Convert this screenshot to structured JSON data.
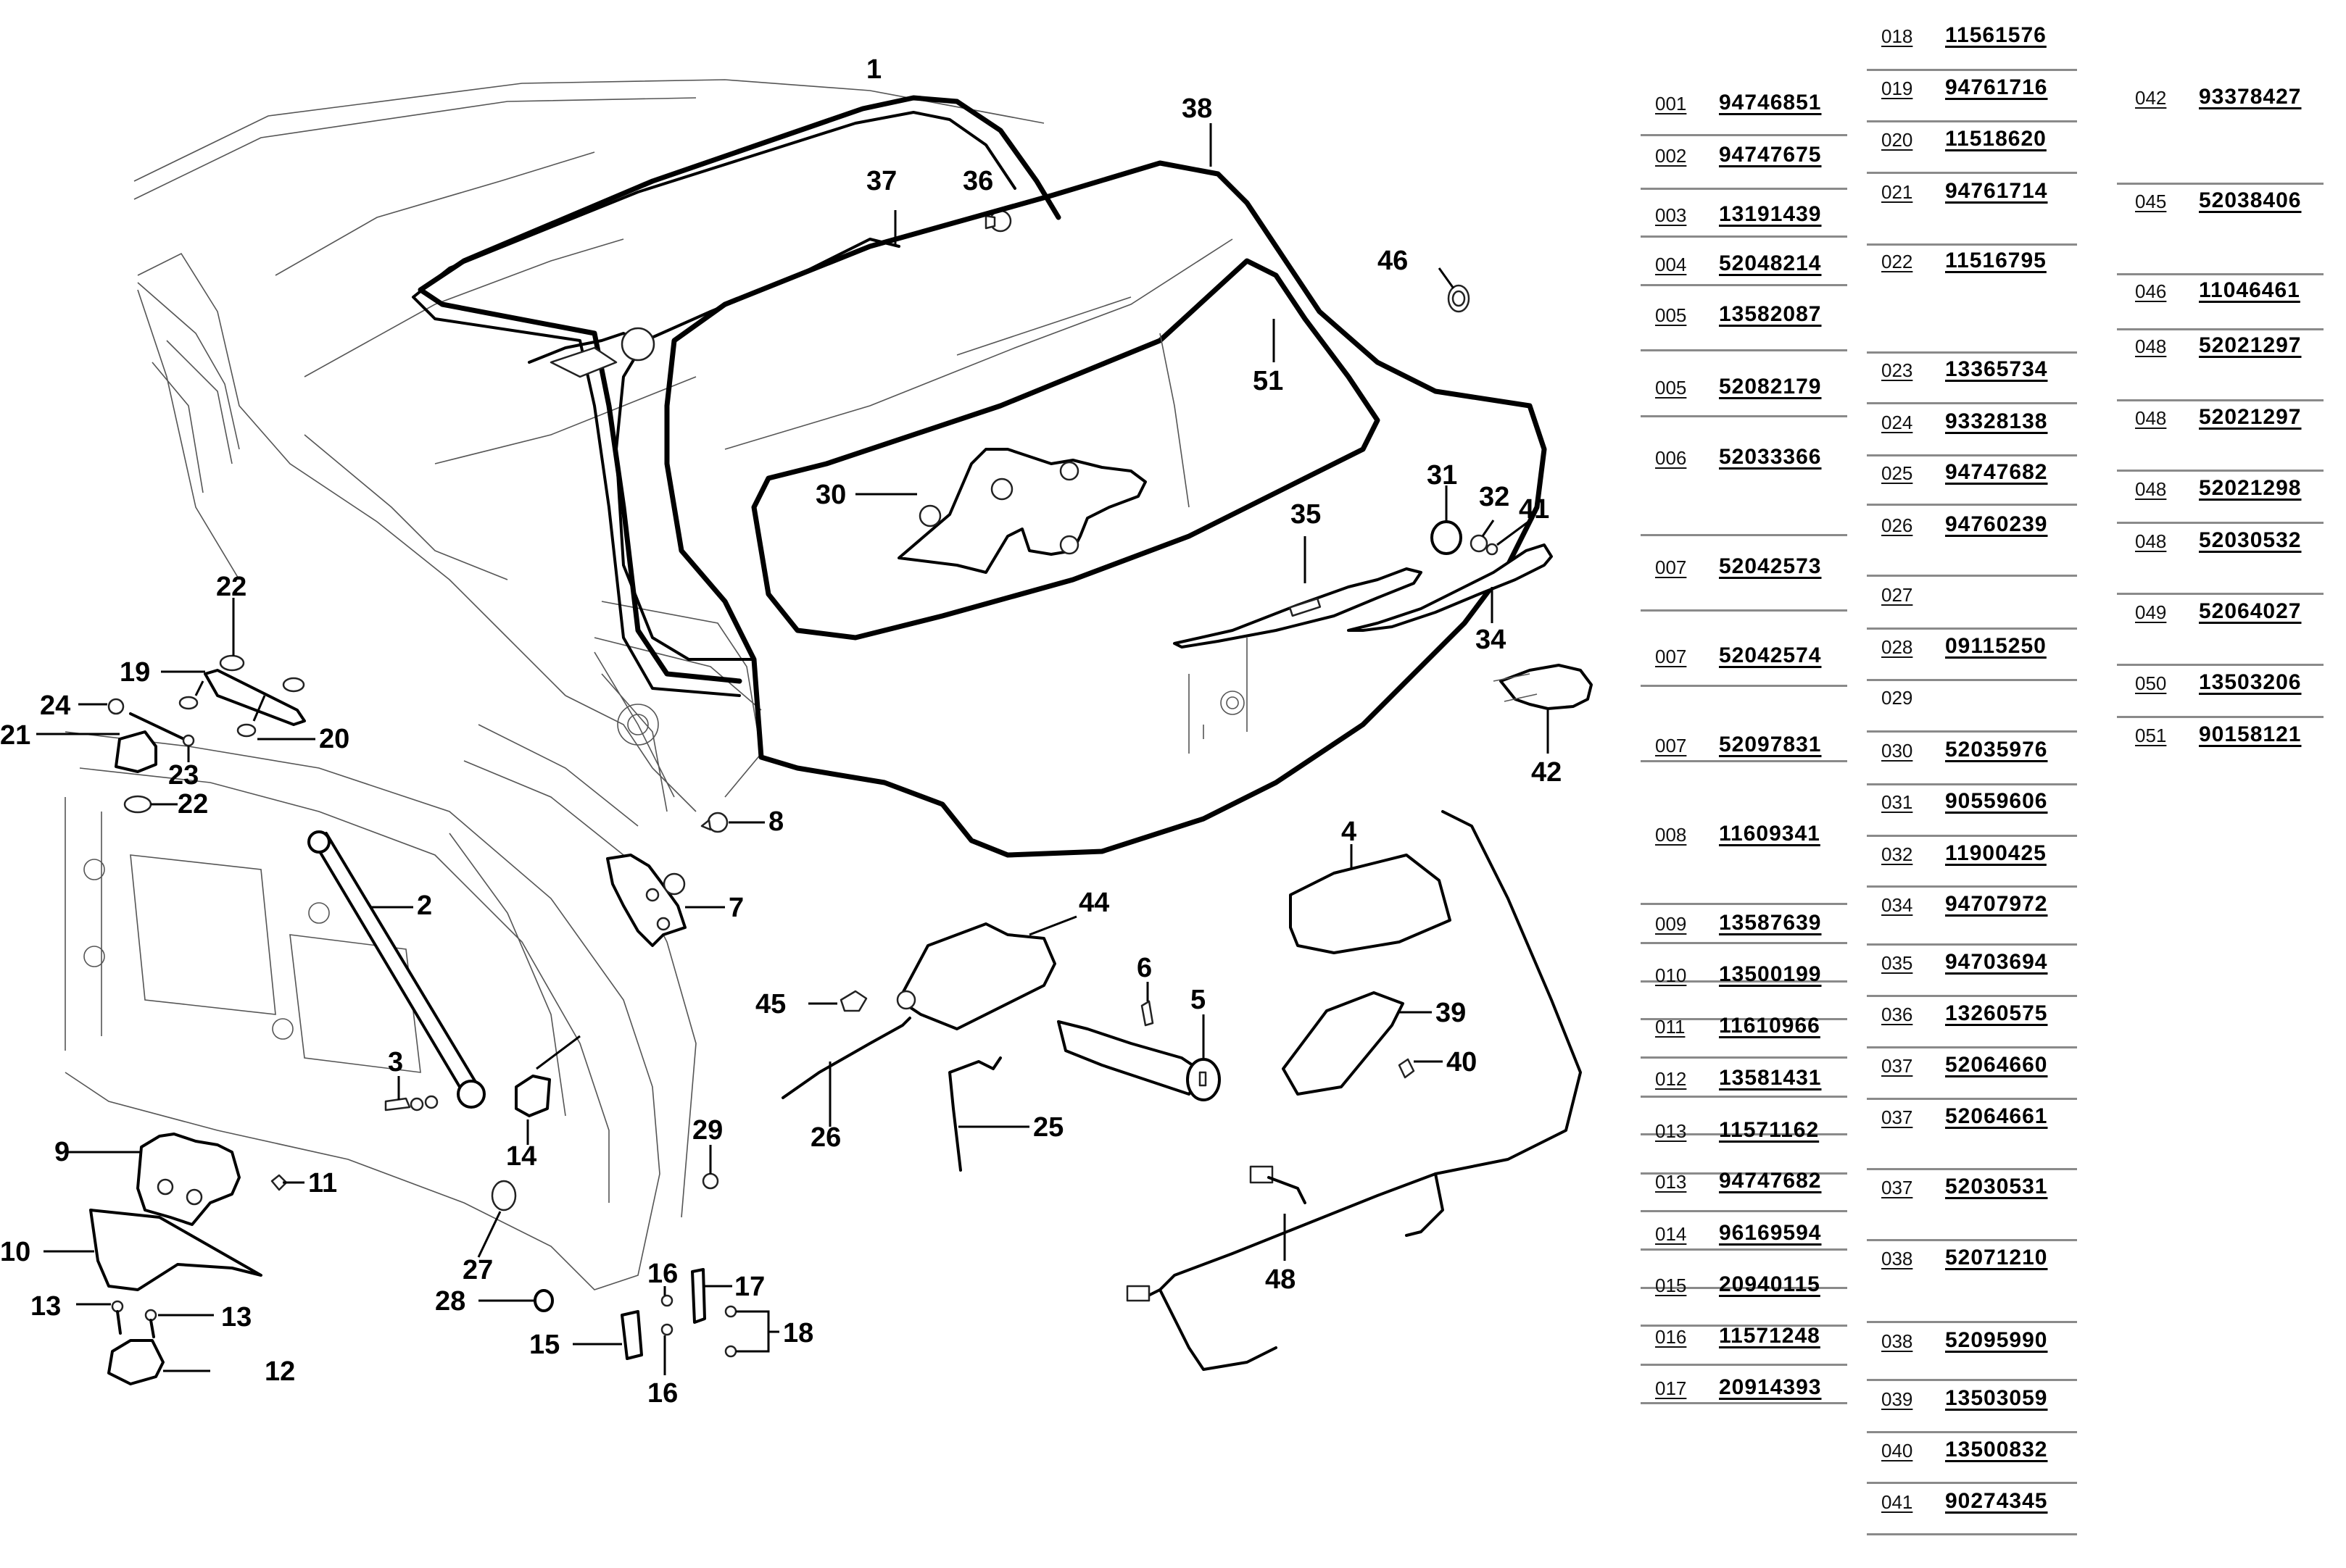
{
  "diagram": {
    "title": "Tailgate / rear hatch exploded parts diagram",
    "callouts": [
      "1",
      "2",
      "3",
      "4",
      "5",
      "6",
      "7",
      "8",
      "9",
      "10",
      "11",
      "12",
      "13",
      "13",
      "14",
      "15",
      "16",
      "16",
      "17",
      "18",
      "19",
      "20",
      "21",
      "22",
      "22",
      "23",
      "24",
      "25",
      "26",
      "27",
      "28",
      "29",
      "30",
      "31",
      "32",
      "34",
      "35",
      "36",
      "37",
      "38",
      "39",
      "40",
      "41",
      "42",
      "44",
      "45",
      "46",
      "48",
      "51"
    ]
  },
  "parts_list": {
    "columns": [
      {
        "rows": [
          {
            "pos": "001",
            "part": "94746851"
          },
          {
            "pos": "002",
            "part": "94747675"
          },
          {
            "pos": "003",
            "part": "13191439"
          },
          {
            "pos": "004",
            "part": "52048214"
          },
          {
            "pos": "005",
            "part": "13582087"
          },
          {
            "pos": "005",
            "part": "52082179"
          },
          {
            "pos": "006",
            "part": "52033366"
          },
          {
            "pos": "007",
            "part": "52042573"
          },
          {
            "pos": "007",
            "part": "52042574"
          },
          {
            "pos": "007",
            "part": "52097831"
          },
          {
            "pos": "008",
            "part": "11609341"
          },
          {
            "pos": "009",
            "part": "13587639"
          },
          {
            "pos": "010",
            "part": "13500199"
          },
          {
            "pos": "011",
            "part": "11610966"
          },
          {
            "pos": "012",
            "part": "13581431"
          },
          {
            "pos": "013",
            "part": "11571162"
          },
          {
            "pos": "013",
            "part": "94747682"
          },
          {
            "pos": "014",
            "part": "96169594"
          },
          {
            "pos": "015",
            "part": "20940115"
          },
          {
            "pos": "016",
            "part": "11571248"
          },
          {
            "pos": "017",
            "part": "20914393"
          }
        ]
      },
      {
        "rows": [
          {
            "pos": "018",
            "part": "11561576"
          },
          {
            "pos": "019",
            "part": "94761716"
          },
          {
            "pos": "020",
            "part": "11518620"
          },
          {
            "pos": "021",
            "part": "94761714"
          },
          {
            "pos": "022",
            "part": "11516795"
          },
          {
            "pos": "023",
            "part": "13365734"
          },
          {
            "pos": "024",
            "part": "93328138"
          },
          {
            "pos": "025",
            "part": "94747682"
          },
          {
            "pos": "026",
            "part": "94760239"
          },
          {
            "pos": "027",
            "part": ""
          },
          {
            "pos": "028",
            "part": "09115250"
          },
          {
            "pos": "029",
            "part": "",
            "linked": false
          },
          {
            "pos": "030",
            "part": "52035976"
          },
          {
            "pos": "031",
            "part": "90559606"
          },
          {
            "pos": "032",
            "part": "11900425"
          },
          {
            "pos": "034",
            "part": "94707972"
          },
          {
            "pos": "035",
            "part": "94703694"
          },
          {
            "pos": "036",
            "part": "13260575"
          },
          {
            "pos": "037",
            "part": "52064660"
          },
          {
            "pos": "037",
            "part": "52064661"
          },
          {
            "pos": "037",
            "part": "52030531"
          },
          {
            "pos": "038",
            "part": "52071210"
          },
          {
            "pos": "038",
            "part": "52095990"
          },
          {
            "pos": "039",
            "part": "13503059"
          },
          {
            "pos": "040",
            "part": "13500832"
          },
          {
            "pos": "041",
            "part": "90274345"
          }
        ]
      },
      {
        "rows": [
          {
            "pos": "042",
            "part": "93378427"
          },
          {
            "pos": "045",
            "part": "52038406"
          },
          {
            "pos": "046",
            "part": "11046461"
          },
          {
            "pos": "048",
            "part": "52021297"
          },
          {
            "pos": "048",
            "part": "52021297"
          },
          {
            "pos": "048",
            "part": "52021298"
          },
          {
            "pos": "048",
            "part": "52030532"
          },
          {
            "pos": "049",
            "part": "52064027"
          },
          {
            "pos": "050",
            "part": "13503206"
          },
          {
            "pos": "051",
            "part": "90158121"
          }
        ]
      }
    ]
  }
}
